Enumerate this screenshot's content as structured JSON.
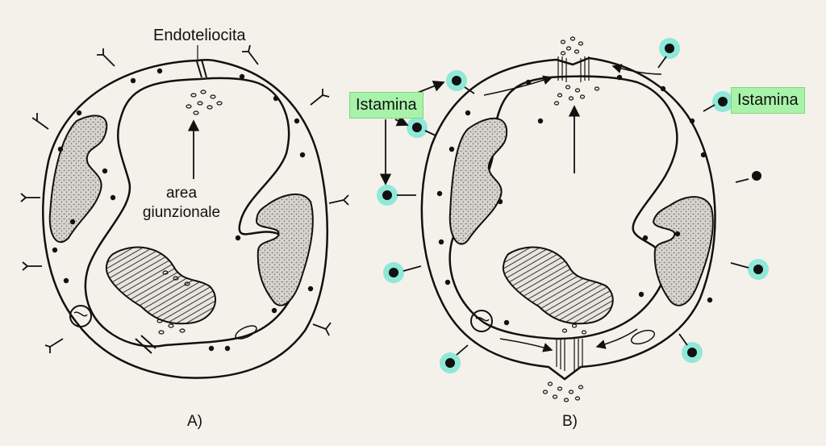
{
  "labels": {
    "endothelial_cell": "Endoteliocita",
    "junction_area_line1": "area",
    "junction_area_line2": "giunzionale",
    "histamine_left": "Istamina",
    "histamine_right": "Istamina",
    "panel_a": "A)",
    "panel_b": "B)"
  },
  "colors": {
    "background": "#f4f1ea",
    "ink": "#111111",
    "nucleus_stipple": "#8a8a8a",
    "histamine_highlight": "#a9f2a9",
    "receptor_glow": "#8fe8d8"
  },
  "icons": [
    "receptor-y-icon",
    "histamine-bound-receptor-icon",
    "arrow-icon"
  ]
}
